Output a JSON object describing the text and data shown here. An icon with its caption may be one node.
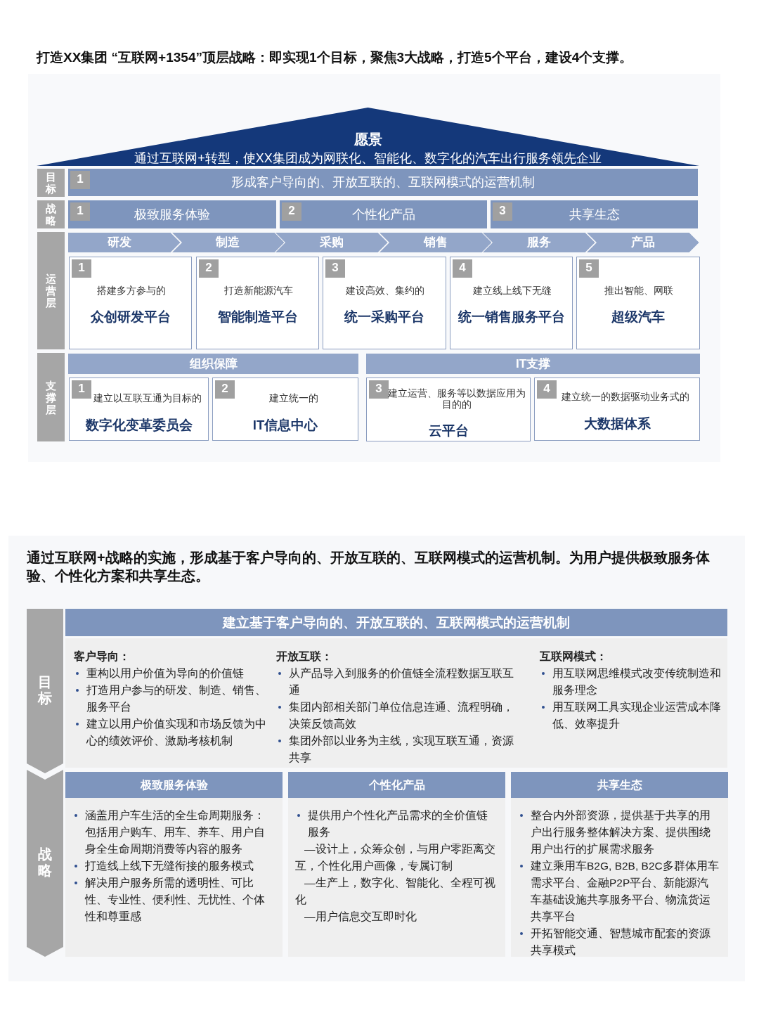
{
  "diagram": {
    "title": "打造XX集团 “互联网+1354”顶层战略：即实现1个目标，聚焦3大战略，打造5个平台，建设4个支撑。",
    "nodes": [
      {
        "text": [
          "愿景",
          "通过互联网+转型，使XX集团成为网联化、智能化、数字化的汽车出行服务领先企业"
        ]
      },
      {
        "text": [
          "目标"
        ]
      },
      {
        "text": [
          "1",
          "形成客户导向的、开放互联的、互联网模式的运营机制"
        ]
      },
      {
        "text": [
          "战略"
        ]
      },
      {
        "text": [
          "1",
          "极致服务体验"
        ]
      },
      {
        "text": [
          "2",
          "个性化产品"
        ]
      },
      {
        "text": [
          "3",
          "共享生态"
        ]
      },
      {
        "text": [
          "运营层"
        ]
      },
      {
        "text": [
          "研发"
        ]
      },
      {
        "text": [
          "制造"
        ]
      },
      {
        "text": [
          "采购"
        ]
      },
      {
        "text": [
          "销售"
        ]
      },
      {
        "text": [
          "服务"
        ]
      },
      {
        "text": [
          "产品"
        ]
      },
      {
        "text": [
          "1",
          "搭建多方参与的",
          "众创研发平台"
        ]
      },
      {
        "text": [
          "2",
          "打造新能源汽车",
          "智能制造平台"
        ]
      },
      {
        "text": [
          "3",
          "建设高效、集约的",
          "统一采购平台"
        ]
      },
      {
        "text": [
          "4",
          "建立线上线下无缝",
          "统一销售服务平台"
        ]
      },
      {
        "text": [
          "5",
          "推出智能、网联",
          "超级汽车"
        ]
      },
      {
        "text": [
          "支撑层"
        ]
      },
      {
        "text": [
          "组织保障"
        ]
      },
      {
        "text": [
          "IT支撑"
        ]
      },
      {
        "text": [
          "1",
          "建立以互联互通为目标的",
          "数字化变革委员会"
        ]
      },
      {
        "text": [
          "2",
          "建立统一的",
          "IT信息中心"
        ]
      },
      {
        "text": [
          "3",
          "建立运营、服务等以数据应用为目的的",
          "云平台"
        ]
      },
      {
        "text": [
          "4",
          "建立统一的数据驱动业务式的",
          "大数据体系"
        ]
      },
      {
        "text": [
          "目标"
        ]
      },
      {
        "text": [
          "建立基于客户导向的、开放互联的、互联网模式的运营机制"
        ]
      },
      {
        "text": [
          "客户导向：",
          "重构以用户价值为导向的价值链",
          "打造用户参与的研发、制造、销售、服务平台",
          "建立以用户价值实现和市场反馈为中心的绩效评价、激励考核机制",
          "开放互联：",
          "从产品导入到服务的价值链全流程数据互联互通",
          "集团内部相关部门单位信息连通、流程明确，决策反馈高效",
          "集团外部以业务为主线，实现互联互通，资源共享",
          "互联网模式：",
          "用互联网思维模式改变传统制造和服务理念",
          "用互联网工具实现企业运营成本降低、效率提升"
        ]
      },
      {
        "text": [
          "战略"
        ]
      },
      {
        "text": [
          "极致服务体验",
          "涵盖用户车生活的全生命周期服务：包括用户购车、用车、养车、用户自身全生命周期消费等内容的服务",
          "打造线上线下无缝衔接的服务模式",
          "解决用户服务所需的透明性、可比性、专业性、便利性、无忧性、个体性和尊重感"
        ]
      },
      {
        "text": [
          "个性化产品",
          "提供用户个性化产品需求的全价值链服务",
          "—设计上，众筹众创，与用户零距离交互，个性化用户画像，专属订制",
          "—生产上，数字化、智能化、全程可视化",
          "—用户信息交互即时化"
        ]
      },
      {
        "text": [
          "共享生态",
          "整合内外部资源，提供基于共享的用户出行服务整体解决方案、提供围绕用户出行的扩展需求服务",
          "建立乘用车B2G, B2B, B2C多群体用车需求平台、金融P2P平台、新能源汽车基础设施共享服务平台、物流货运共享平台",
          "开拓智能交通、智慧城市配套的资源共享模式"
        ]
      }
    ],
    "labels": [
      "通过互联网+战略的实施，形成基于客户导向的、开放互联的、互联网模式的运营机制。为用户提供极致服务体验、个性化方案和共享生态。"
    ]
  }
}
